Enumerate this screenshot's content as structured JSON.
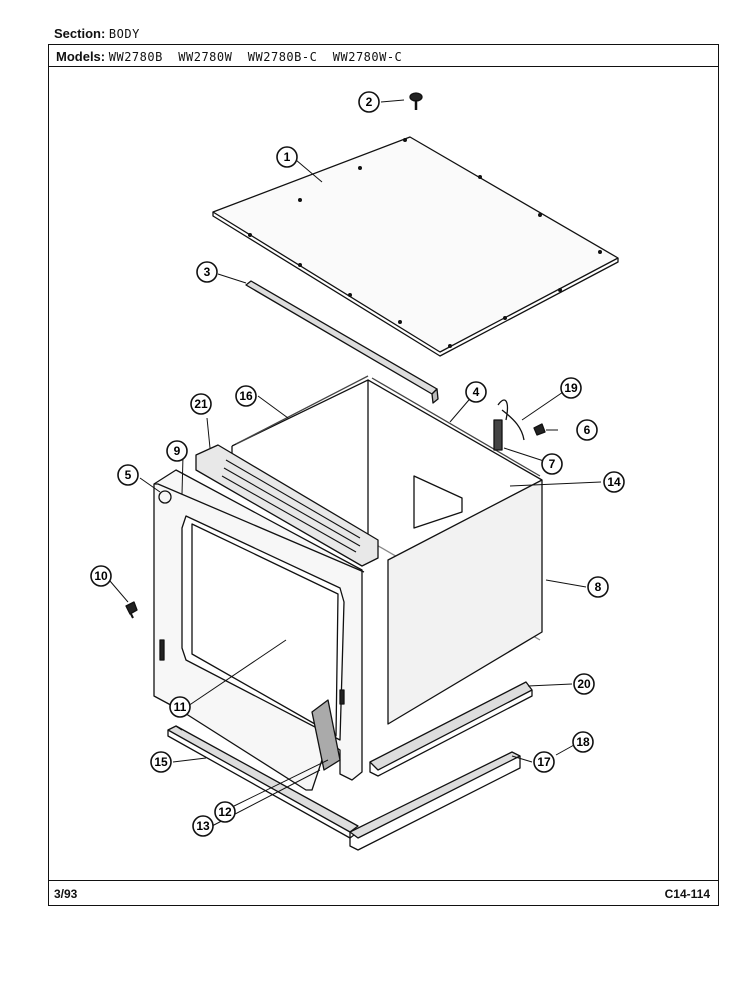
{
  "header": {
    "section_label": "Section:",
    "section_value": "BODY",
    "models_label": "Models:",
    "models_value": "WW2780B  WW2780W  WW2780B-C  WW2780W-C"
  },
  "footer": {
    "date": "3/93",
    "code": "C14-114"
  },
  "callouts": [
    "1",
    "2",
    "3",
    "4",
    "5",
    "6",
    "7",
    "8",
    "9",
    "10",
    "11",
    "12",
    "13",
    "14",
    "15",
    "16",
    "17",
    "18",
    "19",
    "20",
    "21"
  ],
  "colors": {
    "ink": "#111111",
    "panel": "#f2f2f2",
    "shade": "#d8d8d8"
  }
}
